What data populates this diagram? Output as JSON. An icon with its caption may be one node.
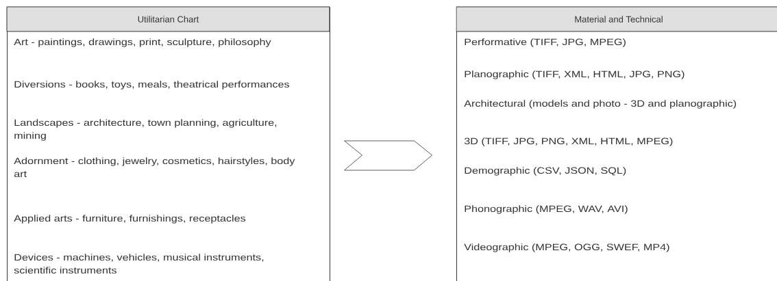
{
  "diagram": {
    "nodes": [
      {
        "text": [
          "Utilitarian Chart",
          "Art - paintings, drawings, print, sculpture, philosophy",
          "Diversions - books, toys, meals, theatrical performances",
          "Landscapes - architecture, town planning, agriculture, mining",
          "Adornment - clothing, jewelry, cosmetics, hairstyles, body art",
          "Applied arts - furniture, furnishings, receptacles",
          "Devices - machines, vehicles, musical instruments, scientific instruments"
        ]
      },
      {
        "text": [
          "Material and Technical",
          "Performative (TIFF, JPG, MPEG)",
          "Planographic (TIFF, XML, HTML, JPG, PNG)",
          "Architectural (models and photo - 3D and planographic)",
          "3D (TIFF, JPG, PNG, XML, HTML, MPEG)",
          "Demographic (CSV, JSON, SQL)",
          "Phonographic (MPEG, WAV, AVI)",
          "Videographic (MPEG, OGG, SWEF, MP4)"
        ]
      }
    ],
    "edges": [
      {
        "from": 0,
        "to": 1,
        "arrow": "to"
      }
    ]
  }
}
